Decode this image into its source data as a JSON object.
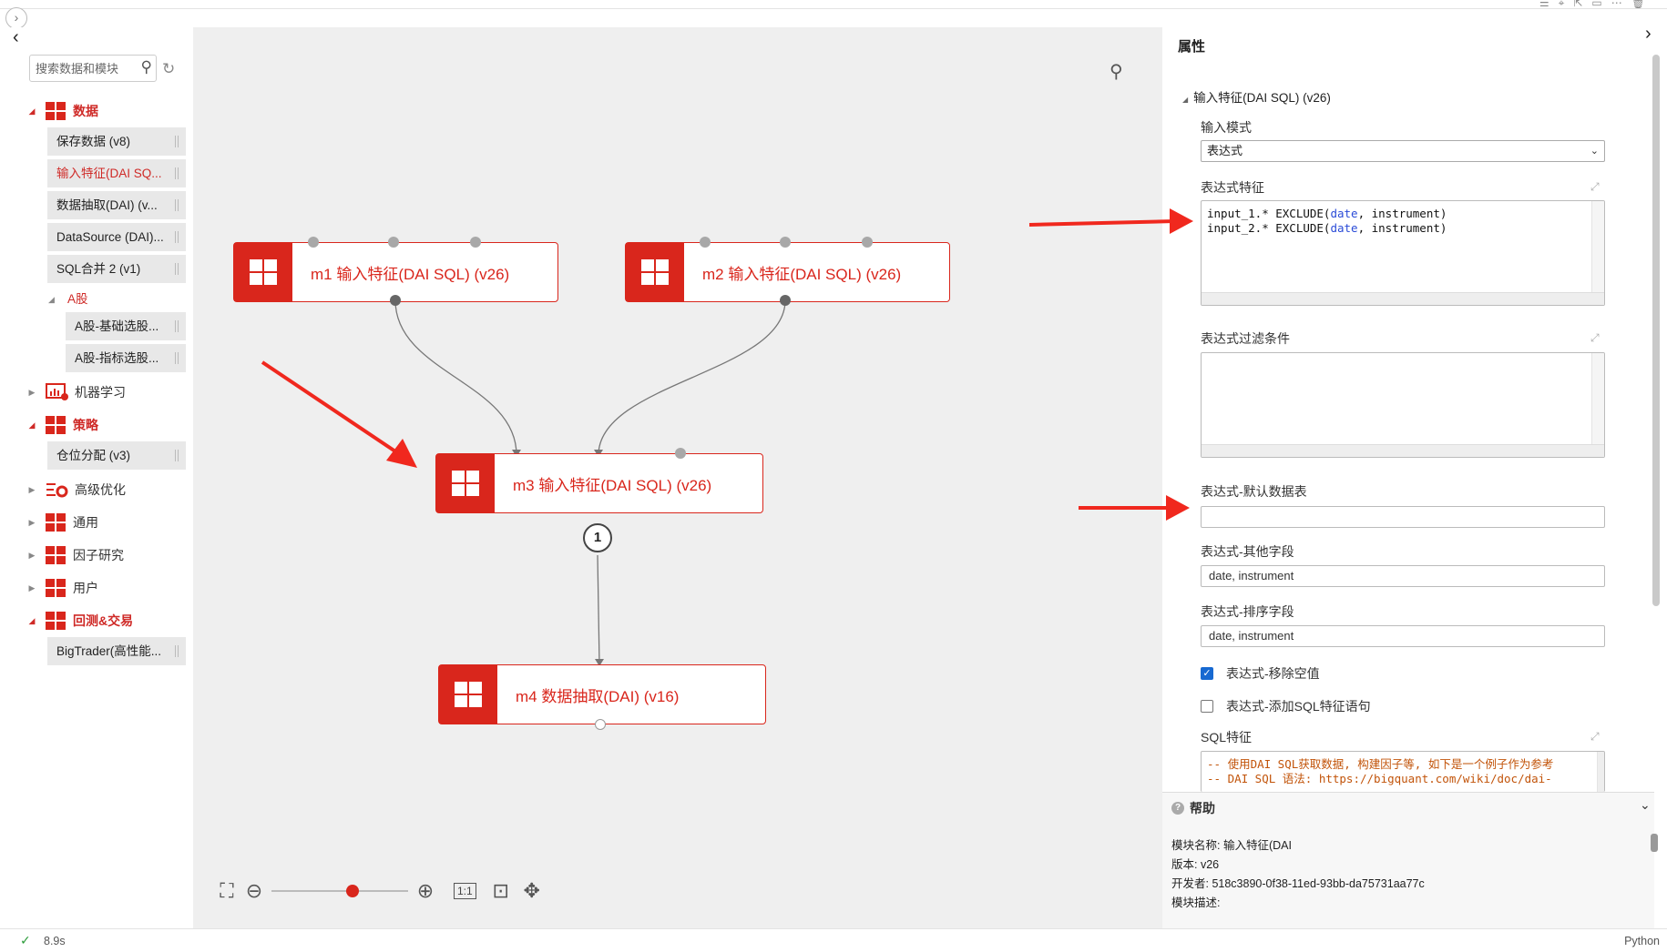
{
  "topbar": {
    "expand_glyph": "›",
    "icons": [
      "list-icon",
      "pointer-icon",
      "cursor-icon",
      "layout-icon",
      "more-icon",
      "trash-icon"
    ],
    "icon_glyphs": [
      "☰",
      "⌖",
      "⇱",
      "▭",
      "⋯",
      "🗑"
    ]
  },
  "left_panel": {
    "collapse_glyph": "‹",
    "search_placeholder": "搜索数据和模块",
    "search_glyph": "⚲",
    "refresh_glyph": "↻",
    "categories": {
      "data": {
        "label": "数据",
        "items": [
          "保存数据 (v8)",
          "输入特征(DAI SQ...",
          "数据抽取(DAI) (v...",
          "DataSource (DAI)...",
          "SQL合并 2 (v1)"
        ]
      },
      "a_share": {
        "label": "A股",
        "items": [
          "A股-基础选股...",
          "A股-指标选股..."
        ]
      },
      "ml": {
        "label": "机器学习"
      },
      "strategy": {
        "label": "策略",
        "items": [
          "仓位分配 (v3)"
        ]
      },
      "optimization": {
        "label": "高级优化"
      },
      "general": {
        "label": "通用"
      },
      "factor": {
        "label": "因子研究"
      },
      "user": {
        "label": "用户"
      },
      "backtest": {
        "label": "回测&交易",
        "items": [
          "BigTrader(高性能..."
        ]
      }
    }
  },
  "canvas": {
    "search_glyph": "⚲",
    "nodes": {
      "m1": {
        "label": "m1 输入特征(DAI SQL) (v26)"
      },
      "m2": {
        "label": "m2 输入特征(DAI SQL) (v26)"
      },
      "m3": {
        "label": "m3 输入特征(DAI SQL) (v26)",
        "badge": "1"
      },
      "m4": {
        "label": "m4 数据抽取(DAI) (v16)"
      }
    },
    "zoom": {
      "fit_glyph": "⛶",
      "minus_glyph": "⊖",
      "plus_glyph": "⊕",
      "ratio_label": "1:1",
      "center_glyph": "⊡",
      "move_glyph": "✥",
      "level": 0.6
    }
  },
  "properties": {
    "title": "属性",
    "section": "输入特征(DAI SQL) (v26)",
    "input_mode": {
      "label": "输入模式",
      "value": "表达式"
    },
    "expr_features": {
      "label": "表达式特征",
      "lines": [
        "input_1.* EXCLUDE(date, instrument)",
        "input_2.* EXCLUDE(date, instrument)"
      ]
    },
    "expr_filter": {
      "label": "表达式过滤条件",
      "value": ""
    },
    "expr_default_table": {
      "label": "表达式-默认数据表",
      "value": ""
    },
    "expr_other_fields": {
      "label": "表达式-其他字段",
      "value": "date, instrument"
    },
    "expr_sort_fields": {
      "label": "表达式-排序字段",
      "value": "date, instrument"
    },
    "remove_nulls": {
      "label": "表达式-移除空值",
      "checked": true
    },
    "add_sql": {
      "label": "表达式-添加SQL特征语句",
      "checked": false
    },
    "sql_features": {
      "label": "SQL特征",
      "lines": [
        "-- 使用DAI SQL获取数据, 构建因子等, 如下是一个例子作为参考",
        "-- DAI SQL 语法: https://bigquant.com/wiki/doc/dai-"
      ]
    },
    "expand_glyph": "⤢"
  },
  "help": {
    "title": "帮助",
    "module_name": "模块名称: 输入特征(DAI",
    "version": "版本: v26",
    "developer": "开发者: 518c3890-0f38-11ed-93bb-da75731aa77c",
    "description": "模块描述:"
  },
  "status": {
    "time": "8.9s",
    "language": "Python"
  },
  "colors": {
    "accent": "#d9261c",
    "canvas_bg": "#efefef",
    "checkbox": "#1769d1",
    "arrow": "#f0281e"
  }
}
